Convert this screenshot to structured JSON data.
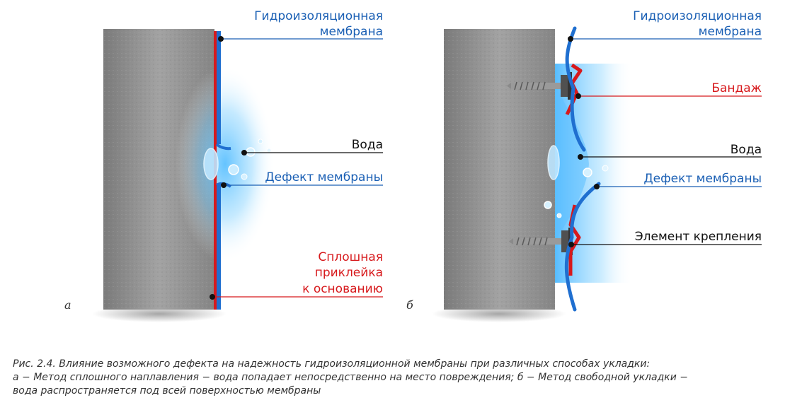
{
  "panel_a": {
    "letter": "а",
    "labels": {
      "membrane": [
        "Гидроизоляционная",
        "мембрана"
      ],
      "water": "Вода",
      "defect": "Дефект мембраны",
      "adhesion": [
        "Сплошная",
        "приклейка",
        "к основанию"
      ]
    }
  },
  "panel_b": {
    "letter": "б",
    "labels": {
      "membrane": [
        "Гидроизоляционная",
        "мембрана"
      ],
      "bandage": "Бандаж",
      "water": "Вода",
      "defect": "Дефект мембраны",
      "fastener": "Элемент крепления"
    }
  },
  "caption": {
    "line1": "Рис. 2.4. Влияние возможного дефекта на надежность гидроизоляционной мембраны при различных способах укладки:",
    "line2": "а − Метод сплошного наплавления − вода попадает непосредственно на место повреждения; б − Метод свободной укладки −",
    "line3": "вода распространяется под всей поверхностью мембраны"
  },
  "colors": {
    "label_blue": "#1a5fb4",
    "label_red": "#d7191c",
    "label_black": "#111111",
    "membrane_blue": "#1f6fd0",
    "adhesion_red": "#d7191c",
    "concrete": "#8f8f8f",
    "water_glow": "#6cc6ff"
  }
}
